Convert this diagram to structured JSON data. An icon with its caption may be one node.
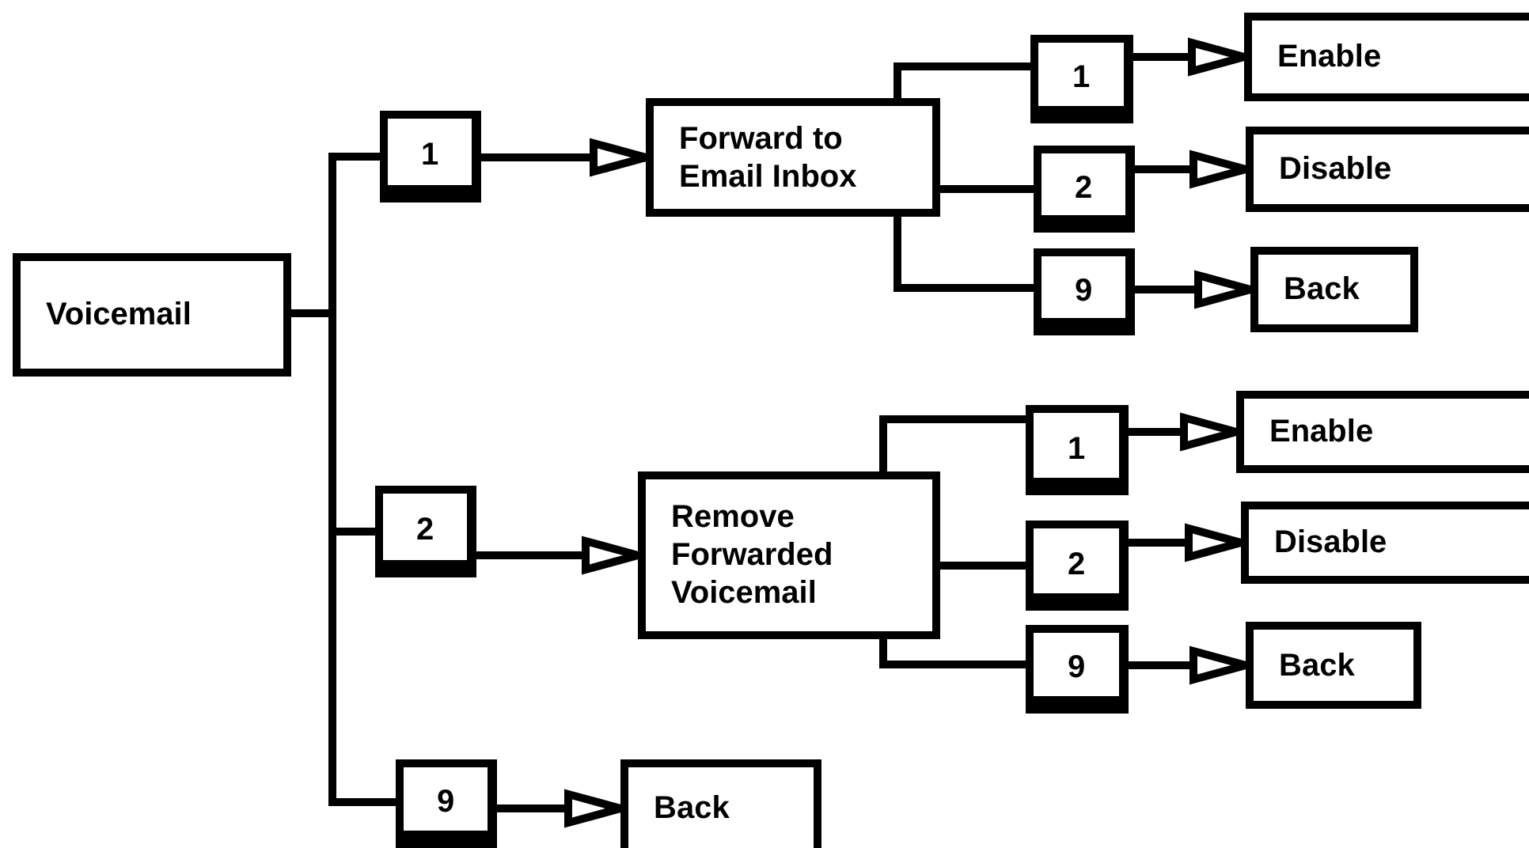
{
  "diagram": {
    "nodes": [
      {
        "text": [
          "Voicemail"
        ]
      },
      {
        "text": [
          "1"
        ]
      },
      {
        "text": [
          "Forward to Email Inbox"
        ]
      },
      {
        "text": [
          "1"
        ]
      },
      {
        "text": [
          "Enable"
        ]
      },
      {
        "text": [
          "2"
        ]
      },
      {
        "text": [
          "Disable"
        ]
      },
      {
        "text": [
          "9"
        ]
      },
      {
        "text": [
          "Back"
        ]
      },
      {
        "text": [
          "2"
        ]
      },
      {
        "text": [
          "Remove Forwarded Voicemail"
        ]
      },
      {
        "text": [
          "1"
        ]
      },
      {
        "text": [
          "Enable"
        ]
      },
      {
        "text": [
          "2"
        ]
      },
      {
        "text": [
          "Disable"
        ]
      },
      {
        "text": [
          "9"
        ]
      },
      {
        "text": [
          "Back"
        ]
      },
      {
        "text": [
          "9"
        ]
      },
      {
        "text": [
          "Back"
        ]
      }
    ],
    "edges": [
      {
        "from": 0,
        "to": 1,
        "arrow": "none"
      },
      {
        "from": 1,
        "to": 2,
        "arrow": "to"
      },
      {
        "from": 2,
        "to": 3,
        "arrow": "none"
      },
      {
        "from": 3,
        "to": 4,
        "arrow": "to"
      },
      {
        "from": 2,
        "to": 5,
        "arrow": "none"
      },
      {
        "from": 5,
        "to": 6,
        "arrow": "to"
      },
      {
        "from": 2,
        "to": 7,
        "arrow": "none"
      },
      {
        "from": 7,
        "to": 8,
        "arrow": "to"
      },
      {
        "from": 0,
        "to": 9,
        "arrow": "none"
      },
      {
        "from": 9,
        "to": 10,
        "arrow": "to"
      },
      {
        "from": 10,
        "to": 11,
        "arrow": "none"
      },
      {
        "from": 11,
        "to": 12,
        "arrow": "to"
      },
      {
        "from": 10,
        "to": 13,
        "arrow": "none"
      },
      {
        "from": 13,
        "to": 14,
        "arrow": "to"
      },
      {
        "from": 10,
        "to": 15,
        "arrow": "none"
      },
      {
        "from": 15,
        "to": 16,
        "arrow": "to"
      },
      {
        "from": 0,
        "to": 17,
        "arrow": "none"
      },
      {
        "from": 17,
        "to": 18,
        "arrow": "to"
      }
    ]
  }
}
